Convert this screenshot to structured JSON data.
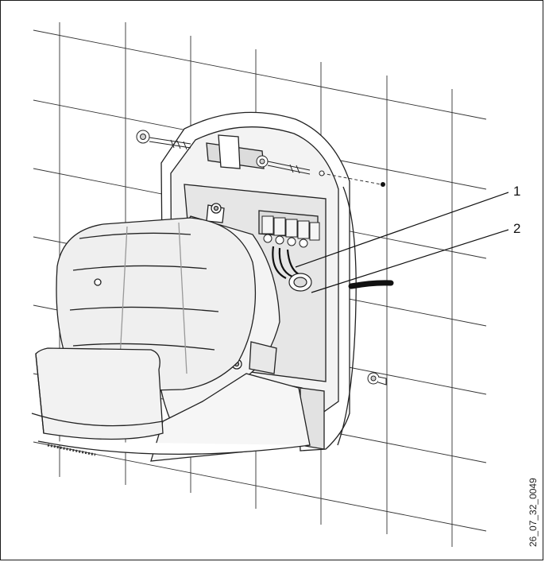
{
  "figure": {
    "callouts": [
      {
        "label": "1"
      },
      {
        "label": "2"
      }
    ],
    "figure_id": "26_07_32_0049"
  }
}
